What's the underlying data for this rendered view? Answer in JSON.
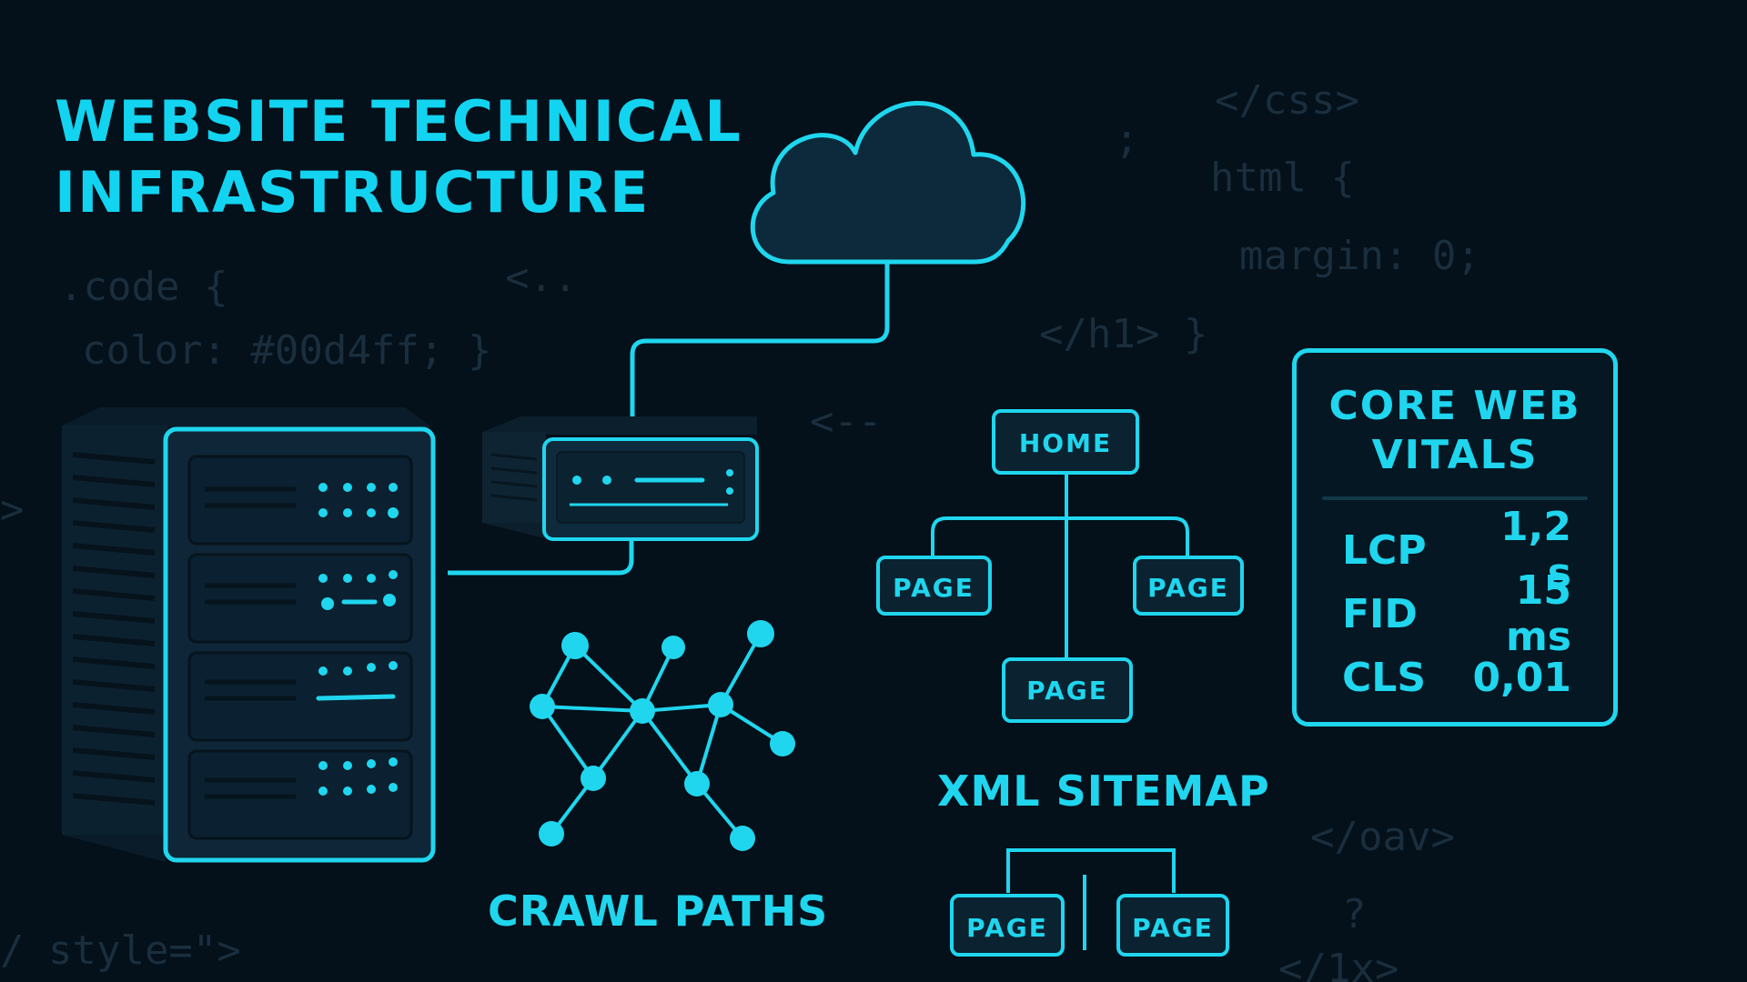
{
  "title": {
    "line1": "WEBSITE TECHNICAL",
    "line2": "INFRASTRUCTURE"
  },
  "background_code": [
    "</css>",
    ";",
    "html {",
    "margin: 0;",
    "</h1> }",
    ".code {",
    "color: #00d4ff; }",
    "<..",
    "<--",
    ">",
    "</oav>",
    "?",
    "</1x>",
    "/ style=\">"
  ],
  "sitemap": {
    "home": "HOME",
    "page": "PAGE",
    "label": "XML SITEMAP"
  },
  "crawl": {
    "label": "CRAWL PATHS"
  },
  "core_web_vitals": {
    "title_line1": "CORE WEB",
    "title_line2": "VITALS",
    "metrics": [
      {
        "name": "LCP",
        "value": "1,2 s"
      },
      {
        "name": "FID",
        "value": "15 ms"
      },
      {
        "name": "CLS",
        "value": "0,01"
      }
    ]
  },
  "colors": {
    "background": "#04101a",
    "accent": "#1fd6ee",
    "dim_code": "#1a2e3d",
    "server_body": "#0e2433"
  }
}
